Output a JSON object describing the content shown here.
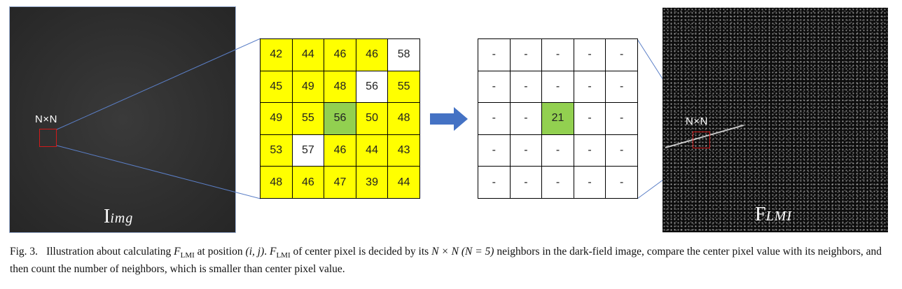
{
  "left_image": {
    "nxn_label": "N×N",
    "caption_main": "I",
    "caption_sub": "img"
  },
  "right_image": {
    "nxn_label": "N×N",
    "caption_main": "F",
    "caption_sub": "LMI"
  },
  "input_grid": {
    "rows": [
      [
        {
          "v": "42",
          "c": "yellow"
        },
        {
          "v": "44",
          "c": "yellow"
        },
        {
          "v": "46",
          "c": "yellow"
        },
        {
          "v": "46",
          "c": "yellow"
        },
        {
          "v": "58",
          "c": "white"
        }
      ],
      [
        {
          "v": "45",
          "c": "yellow"
        },
        {
          "v": "49",
          "c": "yellow"
        },
        {
          "v": "48",
          "c": "yellow"
        },
        {
          "v": "56",
          "c": "white"
        },
        {
          "v": "55",
          "c": "yellow"
        }
      ],
      [
        {
          "v": "49",
          "c": "yellow"
        },
        {
          "v": "55",
          "c": "yellow"
        },
        {
          "v": "56",
          "c": "green"
        },
        {
          "v": "50",
          "c": "yellow"
        },
        {
          "v": "48",
          "c": "yellow"
        }
      ],
      [
        {
          "v": "53",
          "c": "yellow"
        },
        {
          "v": "57",
          "c": "white"
        },
        {
          "v": "46",
          "c": "yellow"
        },
        {
          "v": "44",
          "c": "yellow"
        },
        {
          "v": "43",
          "c": "yellow"
        }
      ],
      [
        {
          "v": "48",
          "c": "yellow"
        },
        {
          "v": "46",
          "c": "yellow"
        },
        {
          "v": "47",
          "c": "yellow"
        },
        {
          "v": "39",
          "c": "yellow"
        },
        {
          "v": "44",
          "c": "yellow"
        }
      ]
    ]
  },
  "output_grid": {
    "rows": [
      [
        {
          "v": "-",
          "c": "white"
        },
        {
          "v": "-",
          "c": "white"
        },
        {
          "v": "-",
          "c": "white"
        },
        {
          "v": "-",
          "c": "white"
        },
        {
          "v": "-",
          "c": "white"
        }
      ],
      [
        {
          "v": "-",
          "c": "white"
        },
        {
          "v": "-",
          "c": "white"
        },
        {
          "v": "-",
          "c": "white"
        },
        {
          "v": "-",
          "c": "white"
        },
        {
          "v": "-",
          "c": "white"
        }
      ],
      [
        {
          "v": "-",
          "c": "white"
        },
        {
          "v": "-",
          "c": "white"
        },
        {
          "v": "21",
          "c": "green"
        },
        {
          "v": "-",
          "c": "white"
        },
        {
          "v": "-",
          "c": "white"
        }
      ],
      [
        {
          "v": "-",
          "c": "white"
        },
        {
          "v": "-",
          "c": "white"
        },
        {
          "v": "-",
          "c": "white"
        },
        {
          "v": "-",
          "c": "white"
        },
        {
          "v": "-",
          "c": "white"
        }
      ],
      [
        {
          "v": "-",
          "c": "white"
        },
        {
          "v": "-",
          "c": "white"
        },
        {
          "v": "-",
          "c": "white"
        },
        {
          "v": "-",
          "c": "white"
        },
        {
          "v": "-",
          "c": "white"
        }
      ]
    ]
  },
  "colors": {
    "neighbor_fill": "#ffff00",
    "center_fill": "#92d050",
    "arrow": "#4472c4",
    "highlight_box": "#d11a1a",
    "connector_lines": "#5b7fc7"
  },
  "caption": {
    "fig_label": "Fig. 3.",
    "t1": "Illustration about calculating ",
    "f1": "F",
    "f1_sub": "LMI",
    "t2": " at position ",
    "pos": "(i, j)",
    "t3": ". ",
    "f2": "F",
    "f2_sub": "LMI",
    "t4": " of center pixel is decided by its ",
    "nxn": "N × N (N = 5)",
    "t5": " neighbors in the dark-field image, compare the center pixel value with its neighbors, and then count the number of neighbors, which is smaller than center pixel value."
  }
}
